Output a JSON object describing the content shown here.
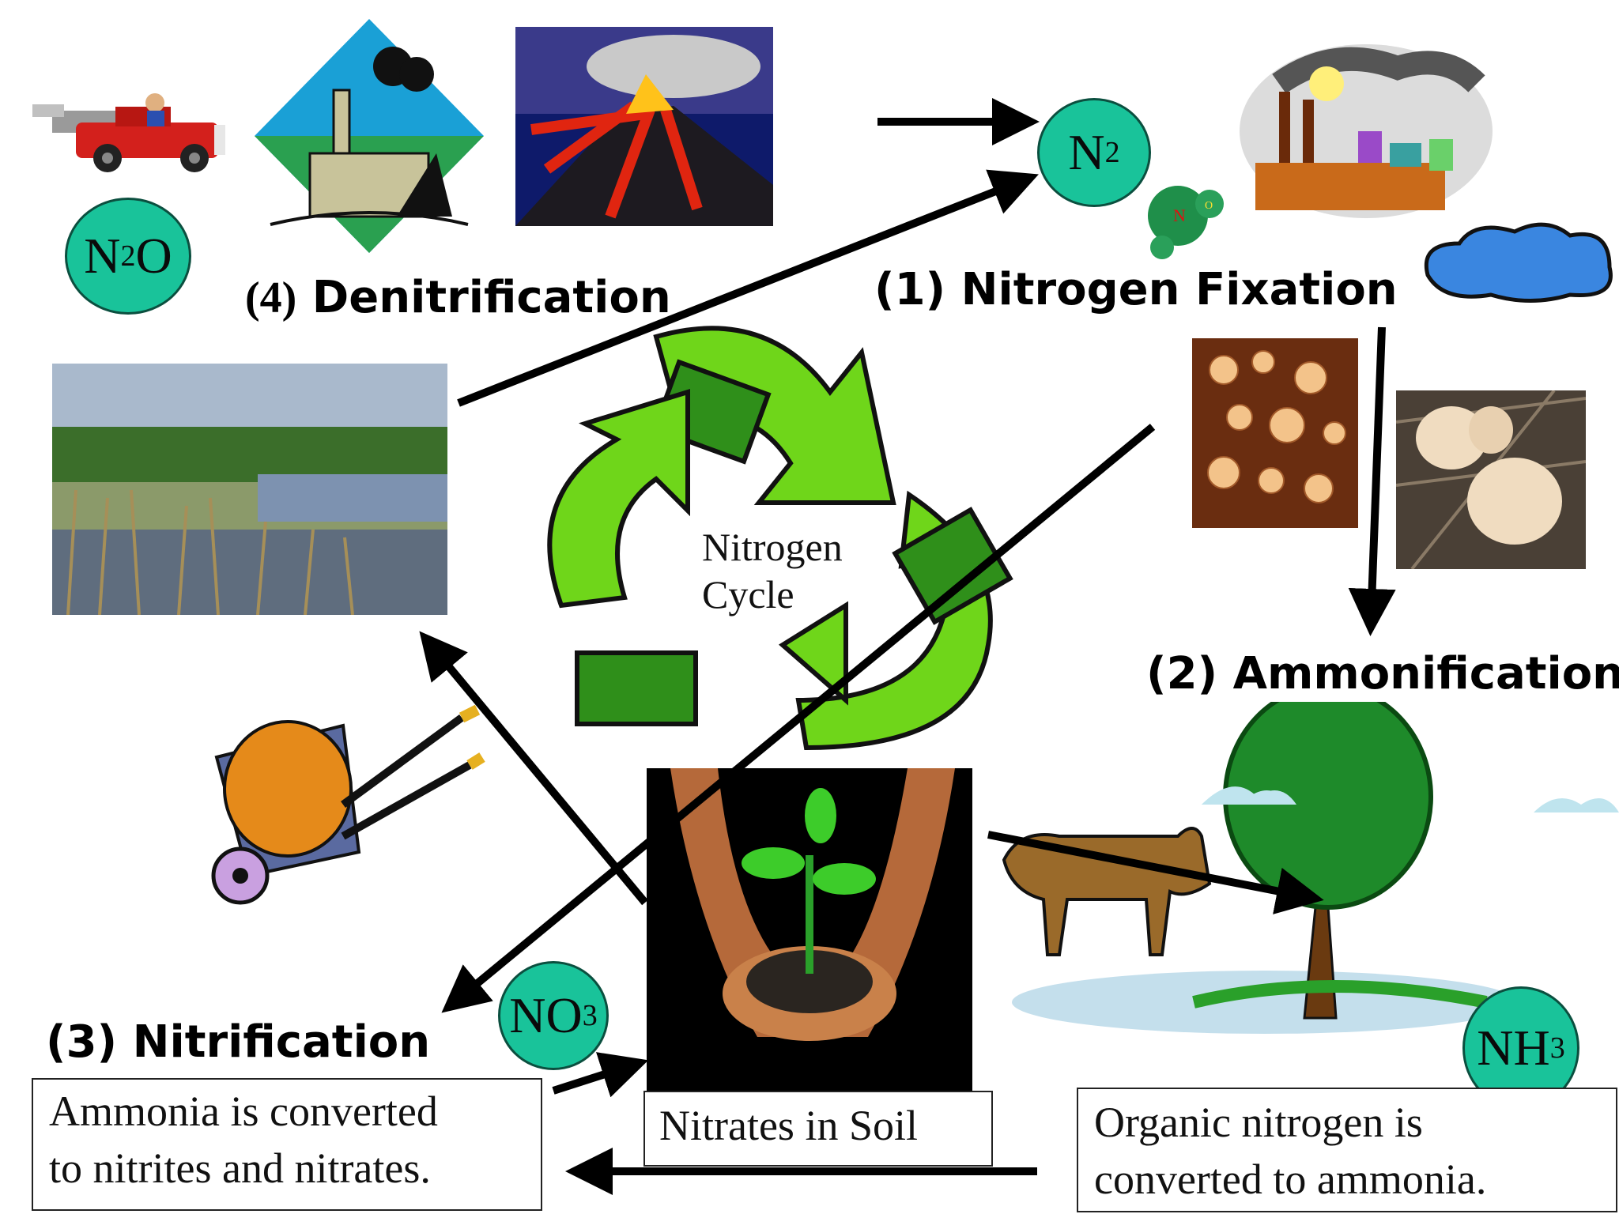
{
  "stages": {
    "fixation": {
      "num": "(1)",
      "text": "Nitrogen Fixation"
    },
    "ammonification": {
      "num": "(2)",
      "text": "Ammonification"
    },
    "nitrification": {
      "num": "(3)",
      "text": "Nitrification"
    },
    "denitrification": {
      "num": "(4)",
      "text": "Denitrification"
    }
  },
  "chemicals": {
    "n2": {
      "base": "N",
      "sub": "2"
    },
    "n2o": {
      "base": "N",
      "sub": "2",
      "tail": "O"
    },
    "no3": {
      "base": "NO",
      "sub": "3"
    },
    "nh3": {
      "base": "NH",
      "sub": "3"
    }
  },
  "center": {
    "line1": "Nitrogen",
    "line2": "Cycle"
  },
  "boxes": {
    "nitrification": {
      "line1": "Ammonia is converted",
      "line2": "to nitrites and nitrates."
    },
    "soil": "Nitrates in Soil",
    "ammonification": {
      "line1": "Organic nitrogen is",
      "line2": "converted to ammonia."
    }
  },
  "molecule_label": {
    "n": "N",
    "o": "O"
  },
  "colors": {
    "chem_bubble": "#19c39a",
    "arrow": "#000000",
    "recycle_green": "#6fd61a"
  }
}
